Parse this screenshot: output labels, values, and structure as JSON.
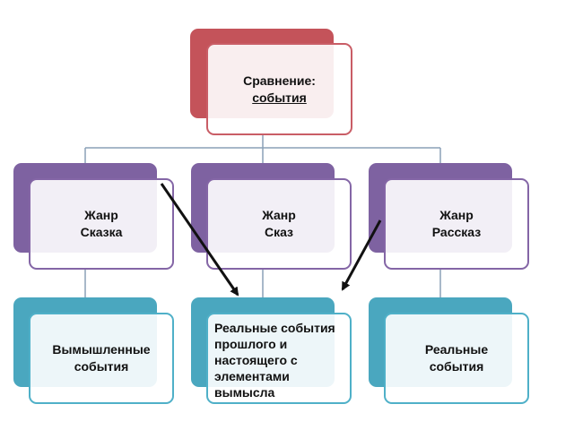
{
  "colors": {
    "root": "#c4535a",
    "root_border": "#c95d66",
    "genre": "#7e62a1",
    "genre_border": "#8466a6",
    "result": "#4aa7bf",
    "result_border": "#4fb0c8",
    "connector": "#8aa1b7",
    "arrow": "#111111"
  },
  "root": {
    "line1": "Сравнение:",
    "line2": "события"
  },
  "genres": [
    {
      "line1": "Жанр",
      "line2": "Сказка"
    },
    {
      "line1": "Жанр",
      "line2": "Сказ"
    },
    {
      "line1": "Жанр",
      "line2": "Рассказ"
    }
  ],
  "results": [
    {
      "lines": [
        "Вымышленные",
        "события"
      ]
    },
    {
      "lines": [
        "Реальные события",
        "прошлого и",
        "настоящего с",
        "элементами",
        "вымысла"
      ]
    },
    {
      "lines": [
        "Реальные",
        "события"
      ]
    }
  ]
}
